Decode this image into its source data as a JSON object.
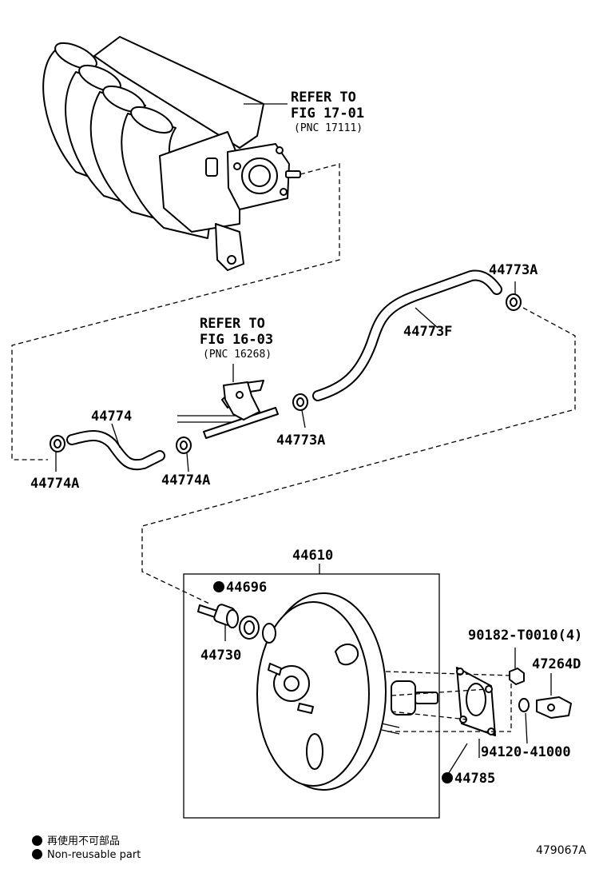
{
  "diagram": {
    "refer_manifold": {
      "line1": "REFER TO",
      "line2": "FIG 17-01",
      "line3": "(PNC 17111)"
    },
    "refer_bracket": {
      "line1": "REFER TO",
      "line2": "FIG 16-03",
      "line3": "(PNC 16268)"
    },
    "parts": {
      "p44773A_top": "44773A",
      "p44773F": "44773F",
      "p44774": "44774",
      "p44773A_mid": "44773A",
      "p44774A_left": "44774A",
      "p44774A_mid": "44774A",
      "p44610": "44610",
      "p44696": "44696",
      "p44730": "44730",
      "p90182": "90182-T0010(4)",
      "p47264D": "47264D",
      "p94120": "94120-41000",
      "p44785": "44785"
    },
    "non_reusable_marked": [
      "44696",
      "44785"
    ]
  },
  "legend": {
    "line_jp": "再使用不可部品",
    "line_en": "Non-reusable part"
  },
  "figure_code": "479067A"
}
